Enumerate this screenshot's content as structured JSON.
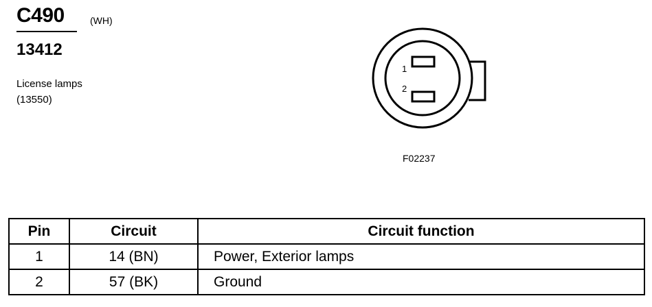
{
  "connector": {
    "id": "C490",
    "color": "(WH)",
    "part_number": "13412",
    "description": "License lamps",
    "component_number": "(13550)"
  },
  "figure": {
    "id": "F02237",
    "pin_labels": [
      "1",
      "2"
    ]
  },
  "table": {
    "headers": {
      "pin": "Pin",
      "circuit": "Circuit",
      "function": "Circuit function"
    },
    "rows": [
      {
        "pin": "1",
        "circuit": "14 (BN)",
        "function": "Power, Exterior lamps"
      },
      {
        "pin": "2",
        "circuit": "57 (BK)",
        "function": "Ground"
      }
    ]
  }
}
